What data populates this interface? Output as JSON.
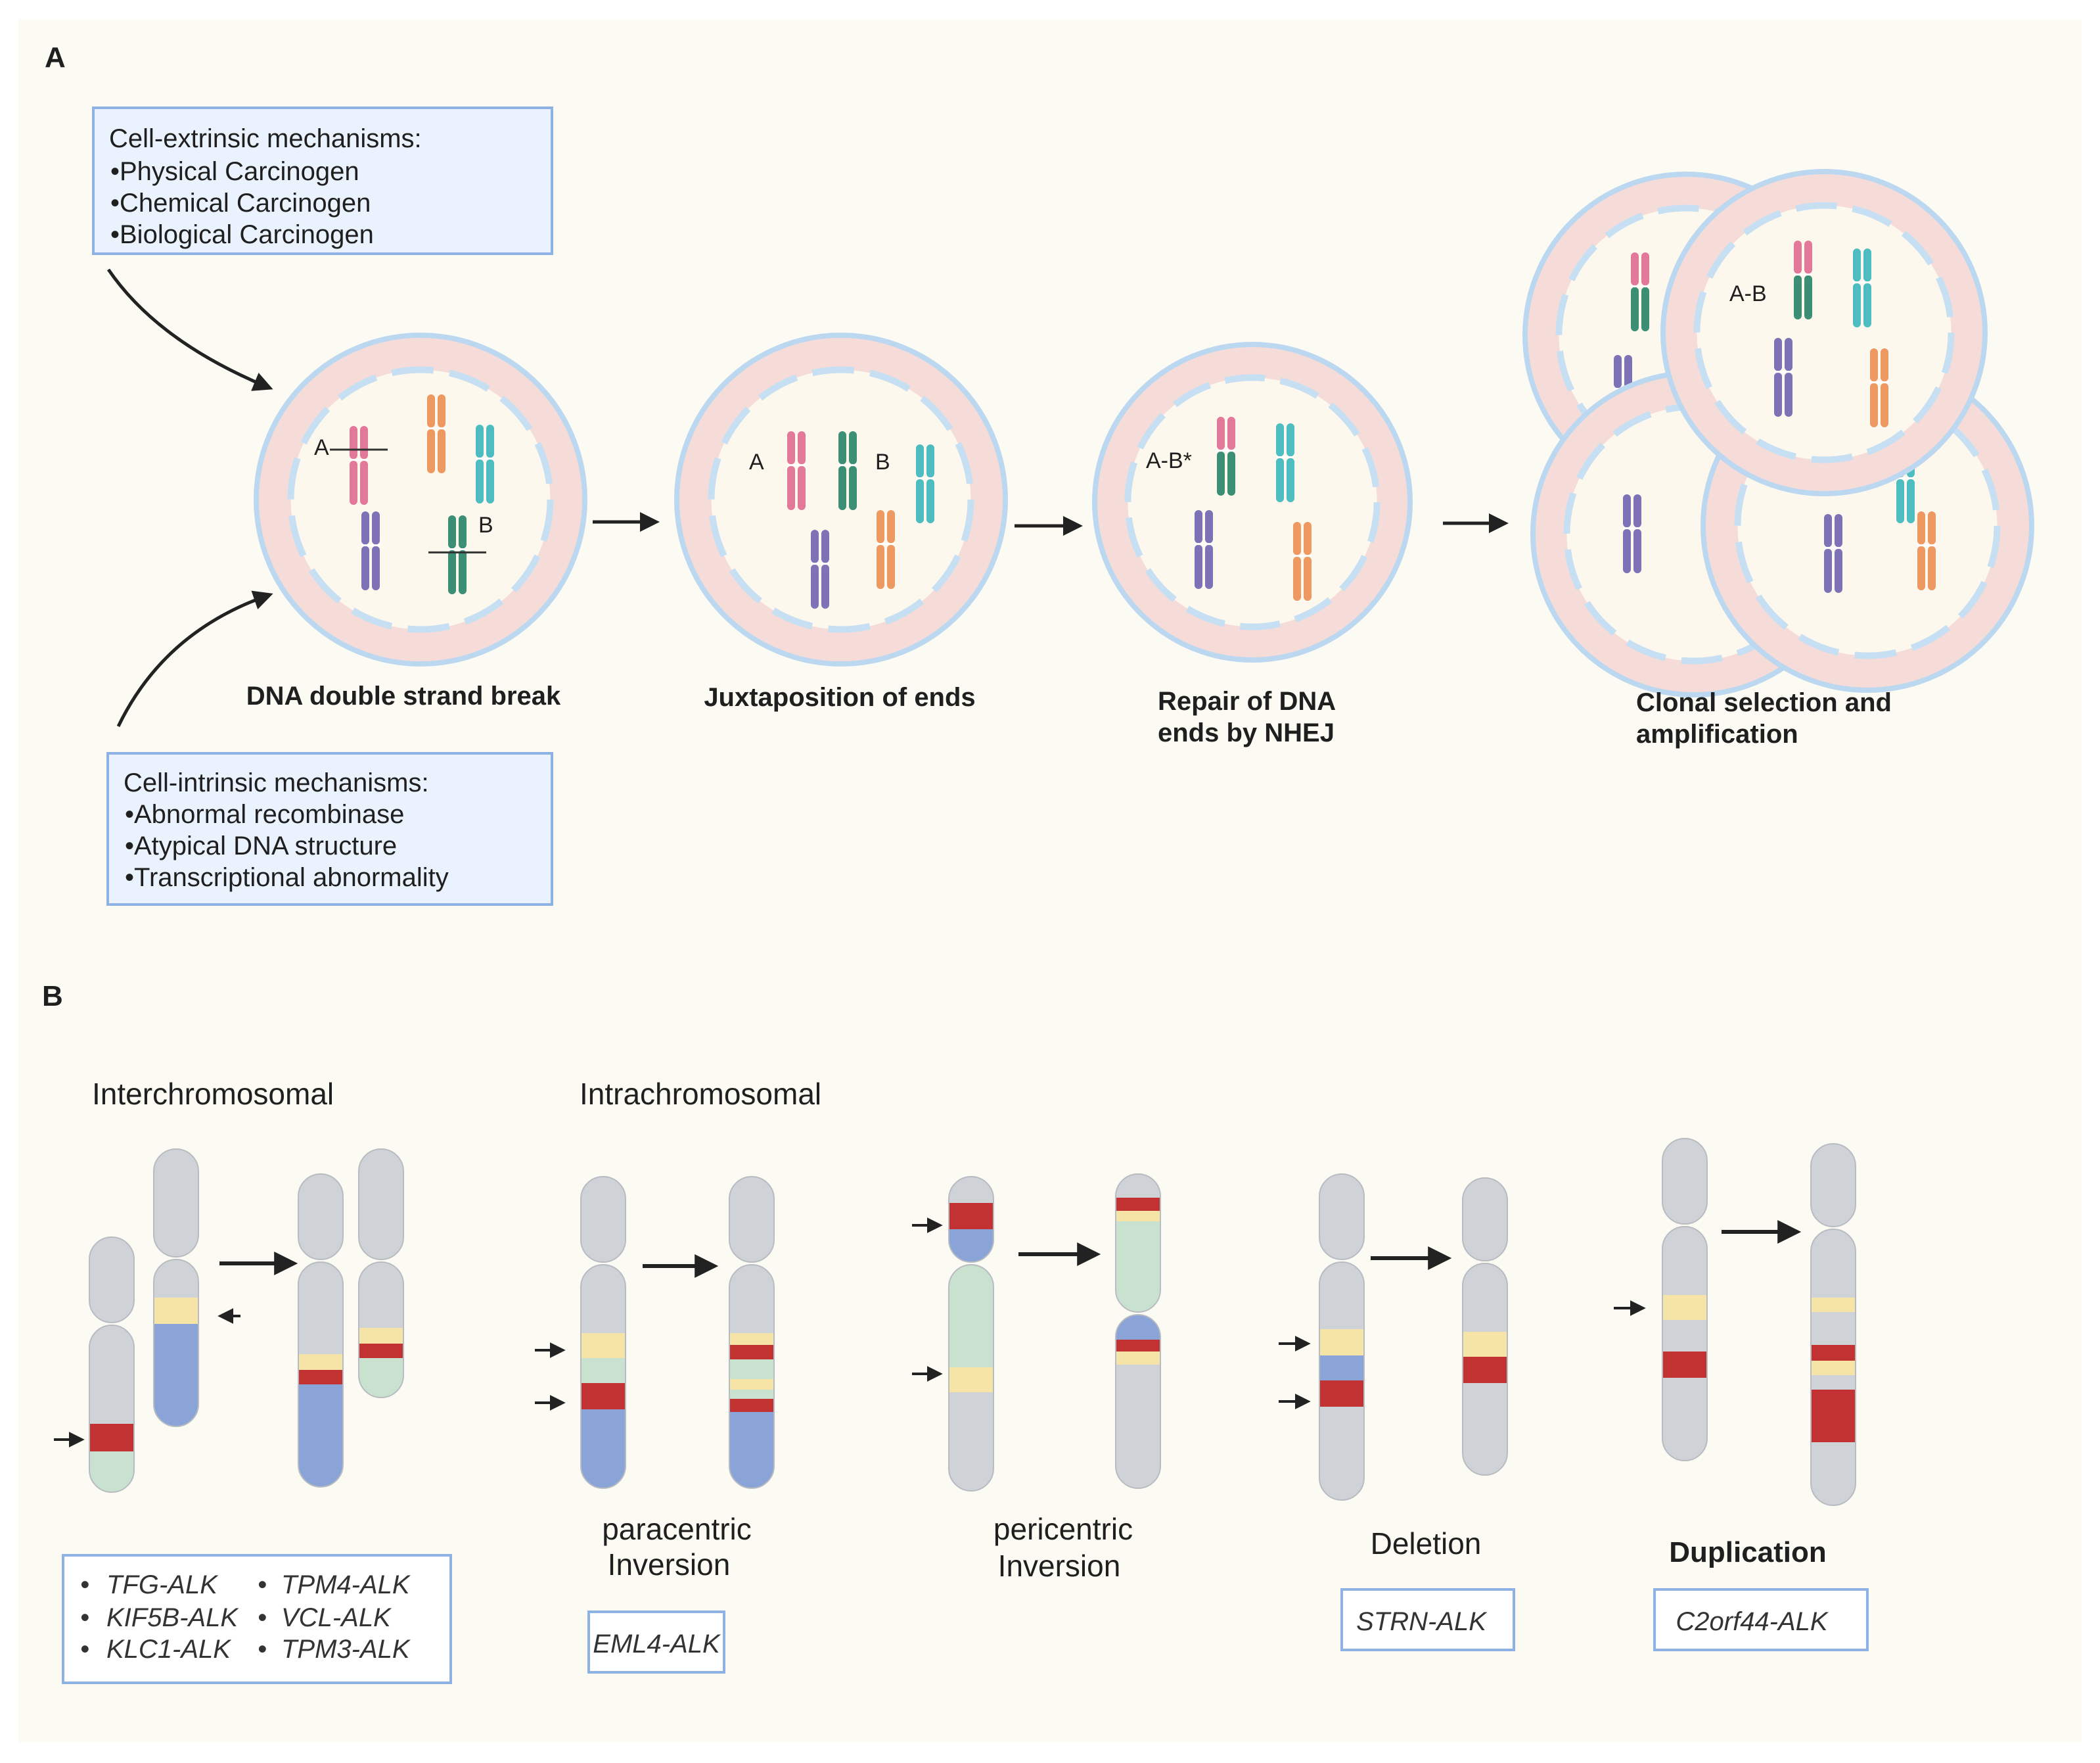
{
  "panel_a": {
    "letter": "A",
    "extrinsic": {
      "title": "Cell-extrinsic mechanisms:",
      "items": [
        "•Physical Carcinogen",
        "•Chemical Carcinogen",
        "•Biological Carcinogen"
      ]
    },
    "intrinsic": {
      "title": "Cell-intrinsic mechanisms:",
      "items": [
        "•Abnormal recombinase",
        "•Atypical DNA structure",
        "•Transcriptional abnormality"
      ]
    },
    "steps": [
      {
        "label_lines": [
          "DNA double strand break"
        ]
      },
      {
        "label_lines": [
          "Juxtaposition of ends"
        ]
      },
      {
        "label_lines": [
          "Repair of DNA",
          "ends by NHEJ"
        ]
      },
      {
        "label_lines": [
          "Clonal selection and",
          "amplification"
        ]
      }
    ],
    "chromosome_labels": {
      "a": "A",
      "b": "B",
      "ab_star": "A-B*",
      "ab": "A-B"
    }
  },
  "panel_b": {
    "letter": "B",
    "interchromosomal": "Interchromosomal",
    "intrachromosomal": "Intrachromosomal",
    "paracentric": [
      "paracentric",
      "Inversion"
    ],
    "pericentric": [
      "pericentric",
      "Inversion"
    ],
    "deletion": "Deletion",
    "duplication": "Duplication",
    "inter_genes": [
      [
        "TFG-ALK",
        "TPM4-ALK"
      ],
      [
        "KIF5B-ALK",
        "VCL-ALK"
      ],
      [
        "KLC1-ALK",
        "TPM3-ALK"
      ]
    ],
    "bullet": "•",
    "paracentric_gene": "EML4-ALK",
    "deletion_gene": "STRN-ALK",
    "duplication_gene": "C2orf44-ALK"
  },
  "colors": {
    "background": "#fcfbf3",
    "box_fill": "#e9f2fd",
    "box_stroke": "#8eb2e3",
    "membrane_outer": "#bcd8f0",
    "cytoplasm": "#f6dcd8",
    "nucleus": "#fdf8ed",
    "chrom_grey": "#cfd2d6",
    "chrom_blue": "#8aa4d8",
    "chrom_red": "#c33232",
    "chrom_yellow": "#f6e3a6",
    "chrom_green": "#c9e1cf",
    "pink": "#e2799a",
    "orange": "#ee9862",
    "teal": "#4dbdc2",
    "purple": "#7c72b5",
    "darkgreen": "#3c8f74"
  }
}
